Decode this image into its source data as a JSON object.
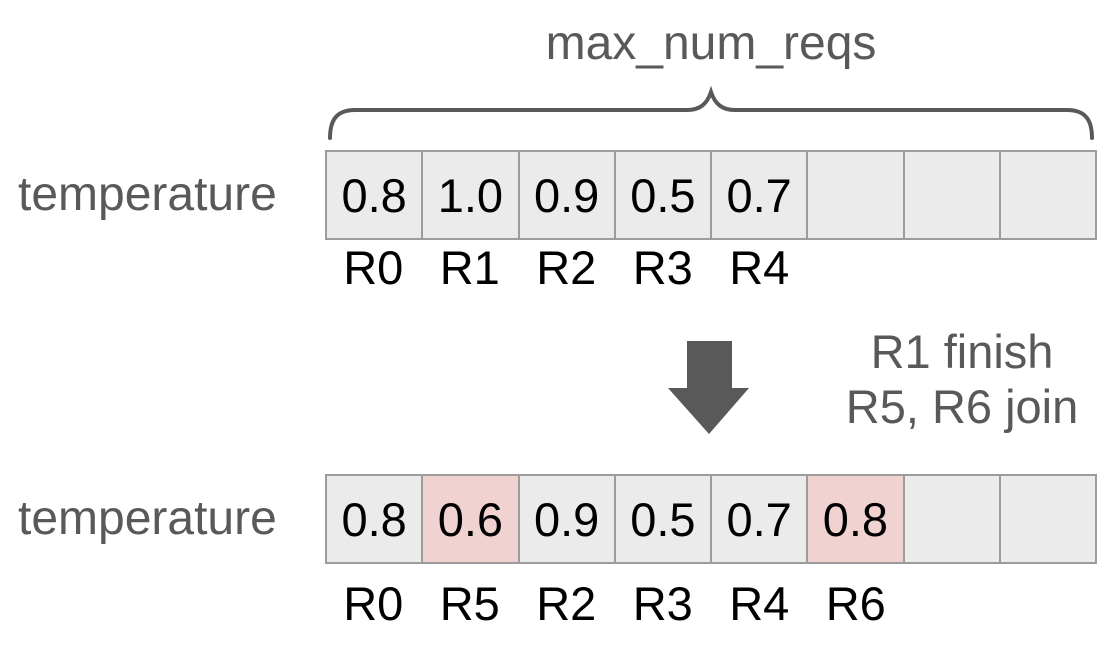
{
  "diagram": {
    "title": "max_num_reqs",
    "note": {
      "line1": "R1 finish",
      "line2": "R5, R6 join"
    },
    "rows": [
      {
        "label": "temperature",
        "cells": [
          "0.8",
          "1.0",
          "0.9",
          "0.5",
          "0.7",
          "",
          "",
          ""
        ],
        "highlighted_indices": [],
        "request_labels": [
          "R0",
          "R1",
          "R2",
          "R3",
          "R4",
          "",
          "",
          ""
        ]
      },
      {
        "label": "temperature",
        "cells": [
          "0.8",
          "0.6",
          "0.9",
          "0.5",
          "0.7",
          "0.8",
          "",
          ""
        ],
        "highlighted_indices": [
          1,
          5
        ],
        "request_labels": [
          "R0",
          "R5",
          "R2",
          "R3",
          "R4",
          "R6",
          "",
          ""
        ]
      }
    ],
    "colors": {
      "background": "#ffffff",
      "cell_background": "#ebebeb",
      "cell_highlight": "#f0d3d1",
      "cell_border": "#9c9c9c",
      "gray_text": "#595959",
      "value_text": "#000000",
      "arrow_fill": "#595959"
    }
  }
}
